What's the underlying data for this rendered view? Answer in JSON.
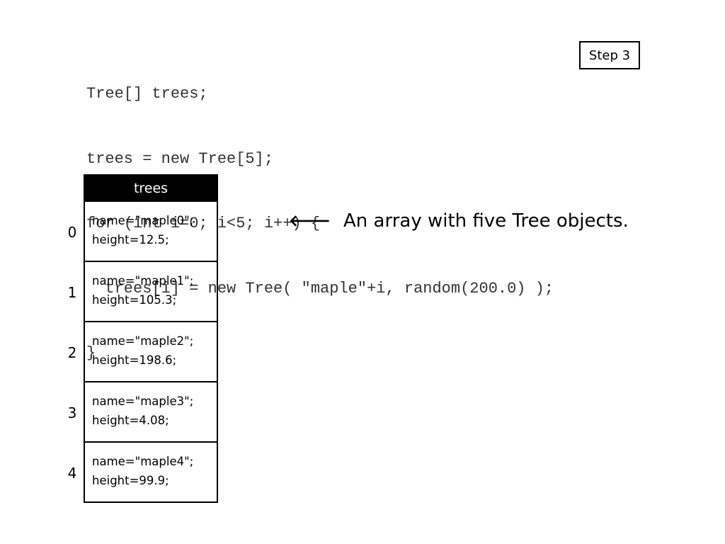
{
  "code": {
    "lines": [
      "Tree[] trees;",
      "trees = new Tree[5];",
      "for (int i=0; i<5; i++) {",
      "  trees[i] = new Tree( \"maple\"+i, random(200.0) );",
      "}"
    ]
  },
  "step_label": "Step 3",
  "array": {
    "title": "trees",
    "cells": [
      {
        "index": "0",
        "name_line": "name=\"maple0\";",
        "height_line": "height=12.5;"
      },
      {
        "index": "1",
        "name_line": "name=\"maple1\";",
        "height_line": "height=105.3;"
      },
      {
        "index": "2",
        "name_line": "name=\"maple2\";",
        "height_line": "height=198.6;"
      },
      {
        "index": "3",
        "name_line": "name=\"maple3\";",
        "height_line": "height=4.08;"
      },
      {
        "index": "4",
        "name_line": "name=\"maple4\";",
        "height_line": "height=99.9;"
      }
    ]
  },
  "annotation": {
    "icon": "arrow-left-icon",
    "text": "An array with five Tree objects."
  }
}
